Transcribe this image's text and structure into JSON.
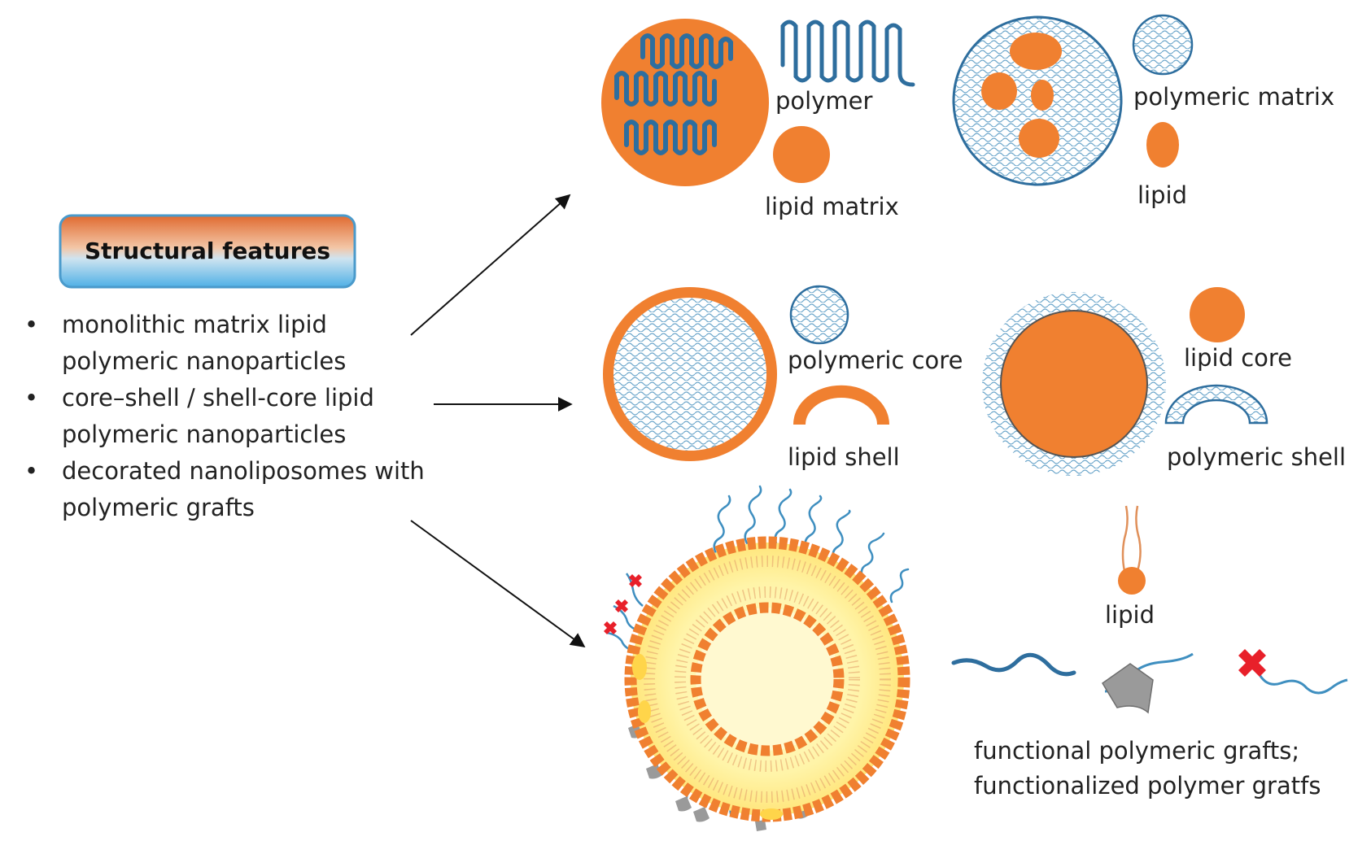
{
  "title": "Structural features",
  "bullets": [
    [
      "monolithic matrix lipid",
      "polymeric nanoparticles"
    ],
    [
      "core–shell / shell-core lipid",
      "polymeric nanoparticles"
    ],
    [
      "decorated nanoliposomes with",
      "polymeric grafts"
    ]
  ],
  "bullet_glyph": "•",
  "labels": {
    "polymer": "polymer",
    "lipid_matrix": "lipid matrix",
    "polymeric_matrix": "polymeric matrix",
    "lipid_1": "lipid",
    "polymeric_core": "polymeric core",
    "lipid_shell": "lipid shell",
    "lipid_core": "lipid  core",
    "polymeric_shell": "polymeric shell",
    "lipid_2": "lipid",
    "grafts_line1": "functional polymeric grafts;",
    "grafts_line2": "functionalized polymer gratfs"
  },
  "colors": {
    "orange": "#F08030",
    "blue": "#2E6E9E",
    "mesh_blue": "#3F8FC0",
    "light_yellow": "#FFF3A0",
    "red": "#E8202A",
    "gray": "#9A9A9A",
    "title_top": "#E8763A",
    "title_bottom": "#5BB8E8"
  }
}
